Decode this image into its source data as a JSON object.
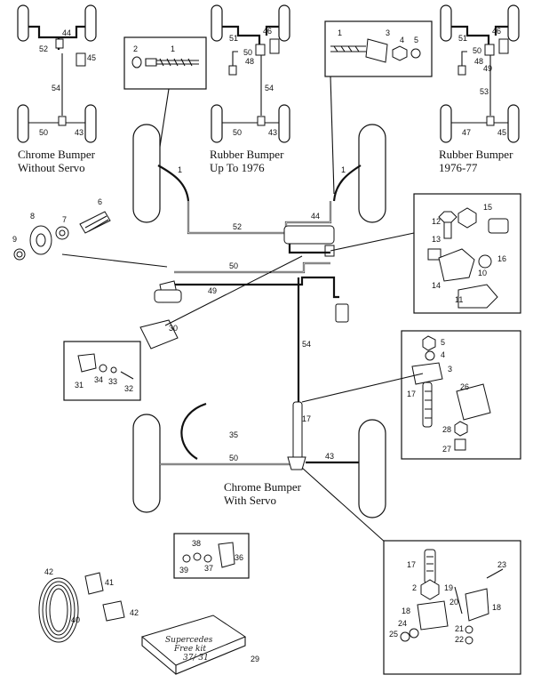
{
  "captions": {
    "chrome_no_servo_1": "Chrome Bumper",
    "chrome_no_servo_2": "Without Servo",
    "rubber_1976_1": "Rubber Bumper",
    "rubber_1976_2": "Up To 1976",
    "rubber_7677_1": "Rubber Bumper",
    "rubber_7677_2": "1976-77",
    "chrome_servo_1": "Chrome Bumper",
    "chrome_servo_2": "With Servo"
  },
  "diagram_a": {
    "n44": "44",
    "n52": "52",
    "n45": "45",
    "n54": "54",
    "n50": "50",
    "n43": "43"
  },
  "diagram_b": {
    "n51": "51",
    "n46": "46",
    "n50": "50",
    "n48": "48",
    "n54": "54",
    "n50b": "50",
    "n43": "43"
  },
  "diagram_c": {
    "n51": "51",
    "n46": "46",
    "n50": "50",
    "n48": "48",
    "n49": "49",
    "n53": "53",
    "n47": "47",
    "n45": "45"
  },
  "hose_detail_left": {
    "n2": "2",
    "n1": "1"
  },
  "hose_detail_right": {
    "n1": "1",
    "n3": "3",
    "n4": "4",
    "n5": "5"
  },
  "main": {
    "n1_left": "1",
    "n1_right": "1",
    "n52": "52",
    "n44": "44",
    "n50": "50",
    "n49": "49",
    "n54": "54",
    "n17": "17",
    "n35": "35",
    "n50b": "50",
    "n43": "43",
    "n6": "6",
    "n8": "8",
    "n7": "7",
    "n9": "9"
  },
  "box_fittings": {
    "n12": "12",
    "n15": "15",
    "n13": "13",
    "n10": "10",
    "n16": "16",
    "n14": "14",
    "n11": "11"
  },
  "box_bracket": {
    "n30": "30",
    "n31": "31",
    "n34": "34",
    "n33": "33",
    "n32": "32"
  },
  "box_right_mid": {
    "n5": "5",
    "n4": "4",
    "n3": "3",
    "n17": "17",
    "n26": "26",
    "n28": "28",
    "n27": "27"
  },
  "box_small": {
    "n38": "38",
    "n39": "39",
    "n37": "37",
    "n36": "36"
  },
  "box_rear": {
    "n17": "17",
    "n23": "23",
    "n2": "2",
    "n19": "19",
    "n20": "20",
    "n18a": "18",
    "n18b": "18",
    "n24": "24",
    "n25": "25",
    "n21": "21",
    "n22": "22"
  },
  "loose": {
    "n42a": "42",
    "n41": "41",
    "n40": "40",
    "n42b": "42",
    "n29": "29"
  },
  "pipe_pack_note": [
    "Supercedes",
    "Free kit",
    "37/ 31"
  ]
}
